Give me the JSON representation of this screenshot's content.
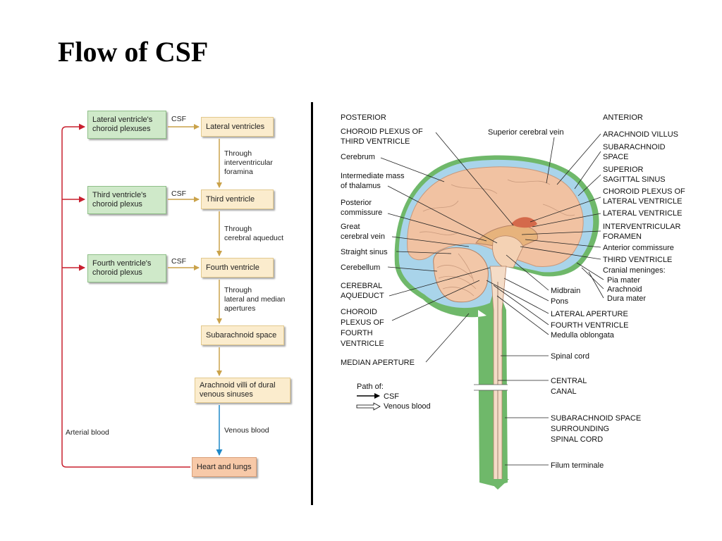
{
  "title": "Flow of CSF",
  "flowchart": {
    "sources": [
      {
        "label": "Lateral ventricle's choroid plexuses"
      },
      {
        "label": "Third ventricle's choroid plexus"
      },
      {
        "label": "Fourth ventricle's choroid plexus"
      }
    ],
    "csf_label": "CSF",
    "steps": [
      {
        "label": "Lateral ventricles"
      },
      {
        "label": "Third ventricle"
      },
      {
        "label": "Fourth ventricle"
      },
      {
        "label": "Subarachnoid space"
      },
      {
        "label": "Arachnoid villi of dural venous sinuses"
      },
      {
        "label": "Heart and lungs"
      }
    ],
    "connectors": [
      "Through\ninterventricular\nforamina",
      "Through\ncerebral aqueduct",
      "Through\nlateral and median\napertures"
    ],
    "venous_blood": "Venous blood",
    "arterial_blood": "Arterial blood",
    "colors": {
      "arterial": "#c8202f",
      "venous": "#1e88c8",
      "arrow": "#caa24a"
    }
  },
  "anatomy": {
    "left_labels": [
      [
        "POSTERIOR"
      ],
      [
        "CHOROID PLEXUS OF",
        "THIRD VENTRICLE"
      ],
      [
        "Cerebrum"
      ],
      [
        "Intermediate mass",
        "of thalamus"
      ],
      [
        "Posterior",
        "commissure"
      ],
      [
        "Great",
        "cerebral vein"
      ],
      [
        "Straight sinus"
      ],
      [
        "Cerebellum"
      ],
      [
        "CEREBRAL",
        "AQUEDUCT"
      ],
      [
        "CHOROID",
        "PLEXUS OF",
        "FOURTH",
        "VENTRICLE"
      ],
      [
        "MEDIAN APERTURE"
      ]
    ],
    "right_labels": [
      [
        "ANTERIOR"
      ],
      [
        "Superior cerebral vein"
      ],
      [
        "ARACHNOID VILLUS"
      ],
      [
        "SUBARACHNOID",
        "SPACE"
      ],
      [
        "SUPERIOR",
        "SAGITTAL SINUS"
      ],
      [
        "CHOROID PLEXUS OF",
        "LATERAL VENTRICLE"
      ],
      [
        "LATERAL VENTRICLE"
      ],
      [
        "INTERVENTRICULAR",
        "FORAMEN"
      ],
      [
        "Anterior commissure"
      ],
      [
        "THIRD VENTRICLE"
      ],
      [
        "Cranial meninges:"
      ],
      [
        "Pia mater"
      ],
      [
        "Arachnoid"
      ],
      [
        "Dura mater"
      ],
      [
        "Midbrain"
      ],
      [
        "Pons"
      ],
      [
        "LATERAL APERTURE"
      ],
      [
        "FOURTH VENTRICLE"
      ],
      [
        "Medulla oblongata"
      ],
      [
        "Spinal cord"
      ],
      [
        "CENTRAL",
        "CANAL"
      ],
      [
        "SUBARACHNOID SPACE",
        "SURROUNDING",
        "SPINAL CORD"
      ],
      [
        "Filum terminale"
      ]
    ],
    "legend": {
      "title": "Path of:",
      "items": [
        "CSF",
        "Venous blood"
      ]
    }
  }
}
